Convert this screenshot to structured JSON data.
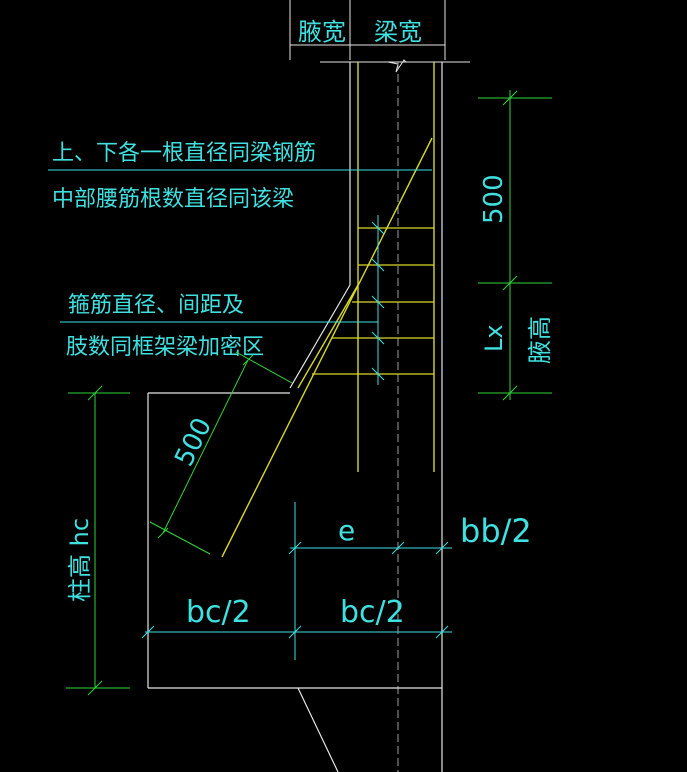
{
  "colors": {
    "background": "#000000",
    "cyan": "#3fe0e0",
    "green": "#2fd43a",
    "yellow": "#d8d82a",
    "white": "#e6e6e6",
    "gray": "#9aa0a0"
  },
  "labels": {
    "haunch_width": "腋宽",
    "beam_width": "梁宽",
    "note_line1": "上、下各一根直径同梁钢筋",
    "note_line2": "中部腰筋根数直径同该梁",
    "note_line3": "箍筋直径、间距及",
    "note_line4": "肢数同框架梁加密区",
    "dim_500_right": "500",
    "dim_lx": "Lx",
    "haunch_height": "腋高",
    "dim_500_diag": "500",
    "column_height": "柱高 hc",
    "dim_e": "e",
    "dim_bb2": "bb/2",
    "dim_bc2_left": "bc/2",
    "dim_bc2_right": "bc/2"
  }
}
